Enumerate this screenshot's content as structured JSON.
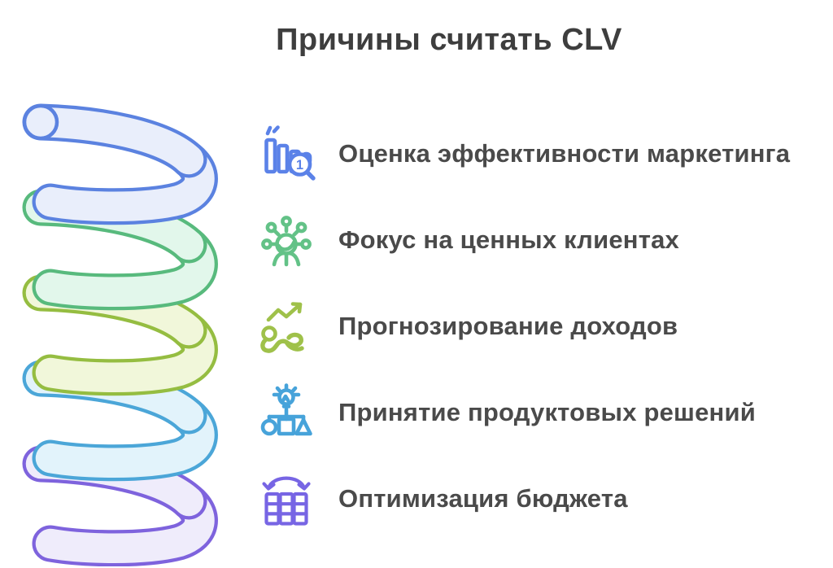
{
  "page": {
    "title": "Причины считать CLV",
    "background": "#ffffff",
    "title_color": "#3e3e3e",
    "text_color": "#4a4a4a"
  },
  "items": [
    {
      "icon": "bar-chart-magnifier-icon",
      "label": "Оценка эффективности маркетинга",
      "color": "#5b82e8",
      "badge": "1"
    },
    {
      "icon": "customer-network-icon",
      "label": "Фокус на ценных клиентах",
      "color": "#63c287"
    },
    {
      "icon": "growth-arrow-figure-icon",
      "label": "Прогнозирование доходов",
      "color": "#9fc14a"
    },
    {
      "icon": "idea-decision-icon",
      "label": "Принятие продуктовых решений",
      "color": "#47a3da"
    },
    {
      "icon": "budget-columns-arrow-icon",
      "label": "Оптимизация бюджета",
      "color": "#7765e4"
    }
  ],
  "spiral": {
    "coils": [
      {
        "edge": "#5b82e0",
        "fill": "#e9eefb"
      },
      {
        "edge": "#58ba7d",
        "fill": "#e2f7eb"
      },
      {
        "edge": "#95bd41",
        "fill": "#f1f7da"
      },
      {
        "edge": "#4ba6d8",
        "fill": "#e2f3fb"
      },
      {
        "edge": "#7e63dd",
        "fill": "#efecfb"
      }
    ]
  }
}
